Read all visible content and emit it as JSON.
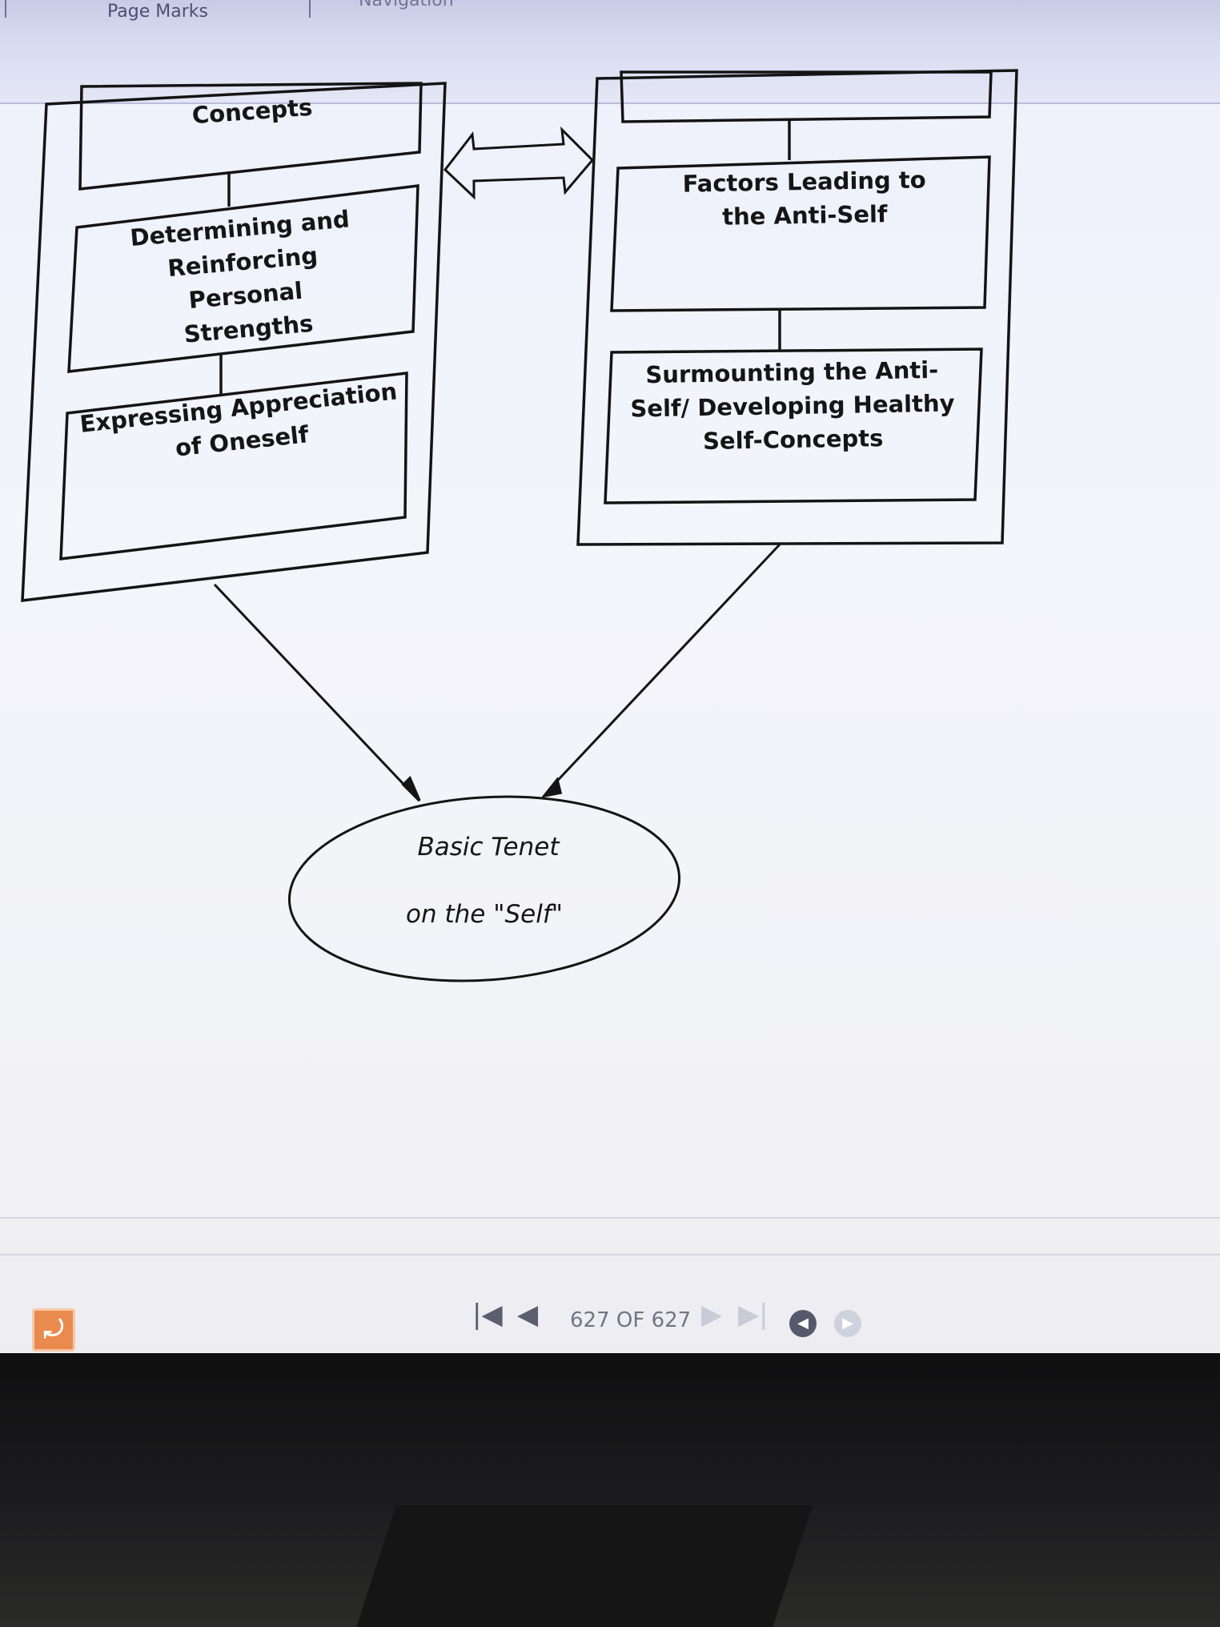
{
  "toolbar": {
    "tabs": [
      "Page Marks",
      "Navigation"
    ]
  },
  "diagram": {
    "left_column": [
      "Concepts",
      "Determining and Reinforcing Personal Strengths",
      "Expressing Appreciation of Oneself"
    ],
    "right_column": [
      "Factors Leading to the Anti-Self",
      "Surmounting the Anti-Self/ Developing Healthy Self-Concepts"
    ],
    "center": {
      "line1": "Basic Tenet",
      "line2": "on the \"Self\""
    }
  },
  "status": {
    "page_indicator": "627 OF 627",
    "current_page": 627,
    "total_pages": 627
  },
  "icons": [
    "app-icon",
    "first-page-icon",
    "previous-page-icon",
    "next-page-icon",
    "last-page-icon",
    "back-icon",
    "forward-icon"
  ],
  "colors": {
    "toolbar": "#c7cce6",
    "accent_icon": "#e98a4e"
  }
}
